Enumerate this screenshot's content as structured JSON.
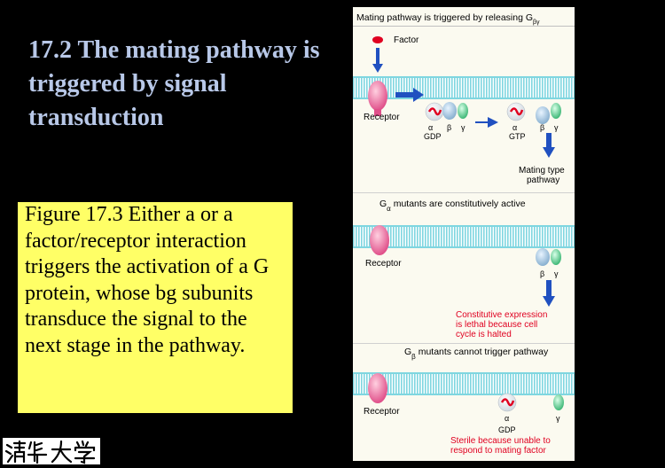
{
  "slide": {
    "title": "17.2 The mating pathway is triggered by signal transduction",
    "caption": "Figure 17.3 Either a or a factor/receptor interaction triggers the activation of a G protein, whose bg subunits transduce the signal to the next stage in the pathway.",
    "logo_text": "清华大学"
  },
  "figure": {
    "panel1": {
      "heading": "Mating pathway is triggered by releasing G",
      "heading_sub": "βγ",
      "factor_label": "Factor",
      "receptor_label": "Receptor",
      "alpha_label": "α",
      "beta_label": "β",
      "gamma_label": "γ",
      "gdp_label": "GDP",
      "gtp_label": "GTP",
      "outcome_line1": "Mating type",
      "outcome_line2": "pathway"
    },
    "panel2": {
      "heading_prefix": "G",
      "heading_sub": "α",
      "heading_rest": " mutants are constitutively active",
      "receptor_label": "Receptor",
      "beta_label": "β",
      "gamma_label": "γ",
      "outcome_line1": "Constitutive expression",
      "outcome_line2": "is lethal because cell",
      "outcome_line3": "cycle is halted"
    },
    "panel3": {
      "heading_prefix": "G",
      "heading_sub": "β",
      "heading_rest": " mutants cannot trigger pathway",
      "receptor_label": "Receptor",
      "alpha_label": "α",
      "gamma_label": "γ",
      "gdp_label": "GDP",
      "outcome_line1": "Sterile because unable to",
      "outcome_line2": "respond to mating factor"
    },
    "colors": {
      "membrane": "#7fd6e0",
      "receptor": "#f070a0",
      "alpha": "#e86070",
      "beta": "#a0c8e0",
      "gamma": "#60d090",
      "arrow": "#2050c0",
      "red_text": "#e00020"
    }
  }
}
